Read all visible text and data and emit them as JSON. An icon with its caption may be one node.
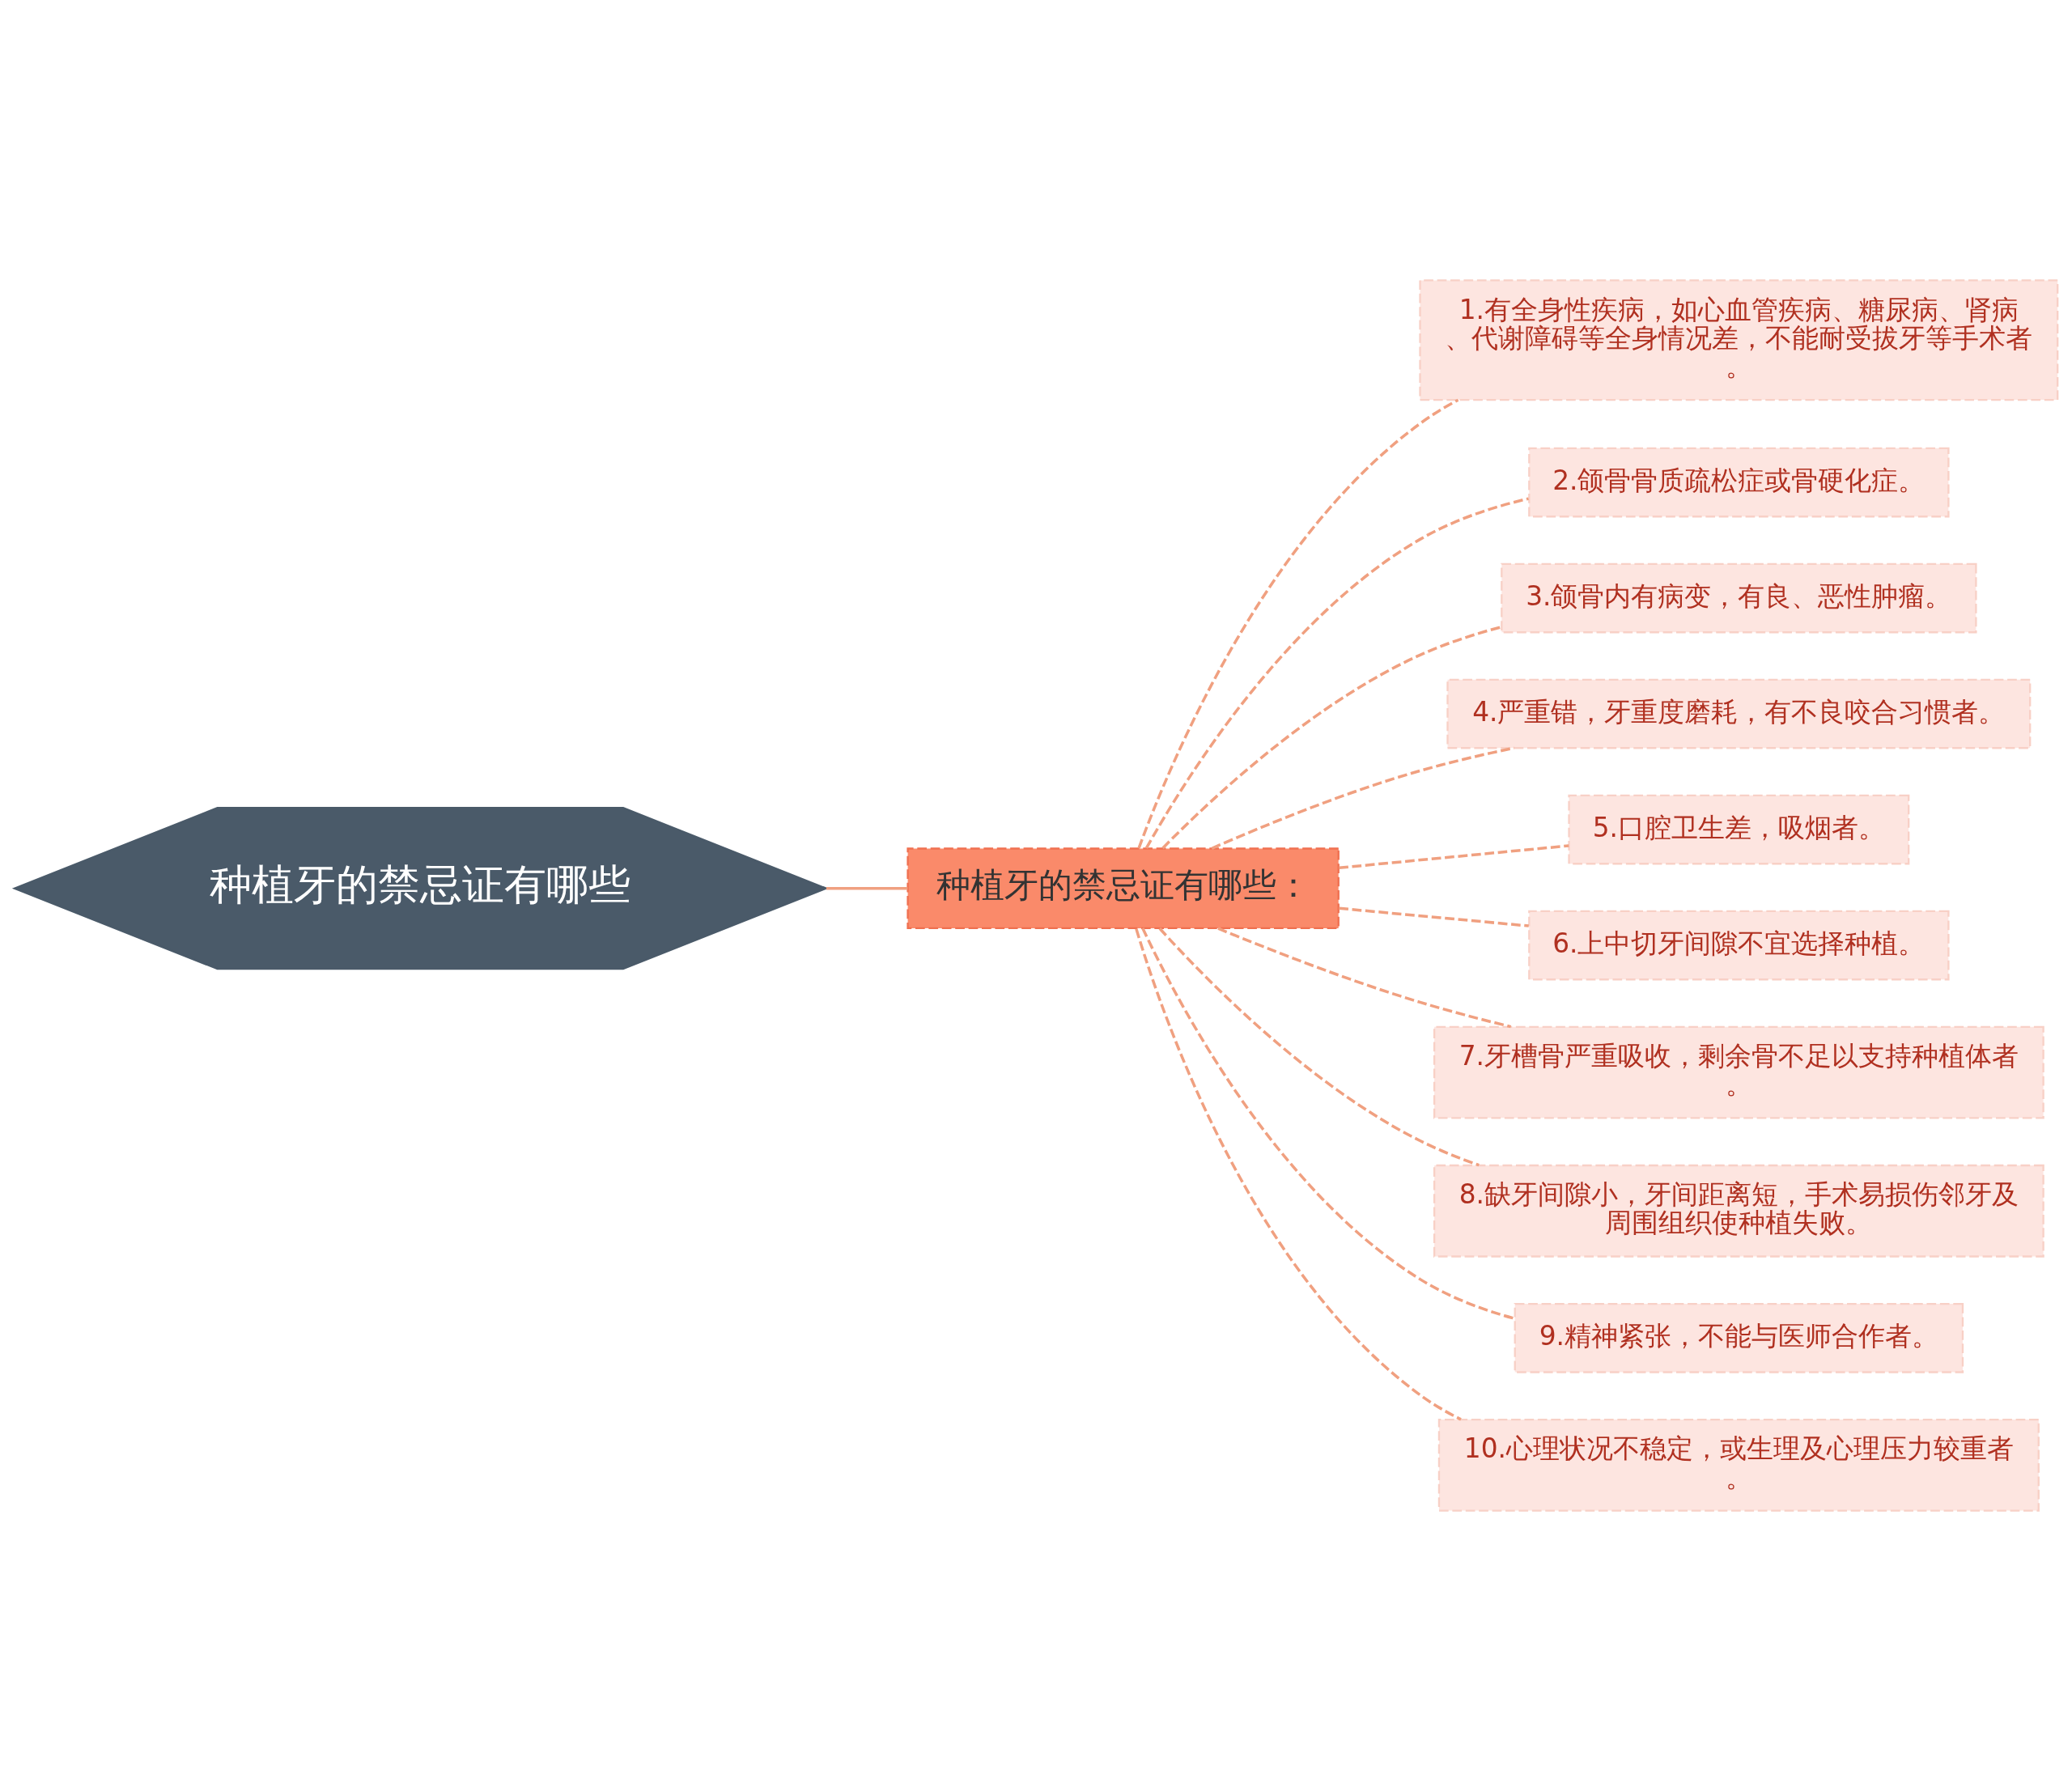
{
  "diagram": {
    "nodes": [
      {
        "text": [
          "种植牙的禁忌证有哪些"
        ]
      },
      {
        "text": [
          "种植牙的禁忌证有哪些："
        ]
      },
      {
        "text": [
          "1.有全身性疾病，如心血管疾病、糖尿病、肾病、代谢障碍等全身情况差，不能耐受拔牙等手术者。"
        ]
      },
      {
        "text": [
          "2.颌骨骨质疏松症或骨硬化症。"
        ]
      },
      {
        "text": [
          "3.颌骨内有病变，有良、恶性肿瘤。"
        ]
      },
      {
        "text": [
          "4.严重错，牙重度磨耗，有不良咬合习惯者。"
        ]
      },
      {
        "text": [
          "5.口腔卫生差，吸烟者。"
        ]
      },
      {
        "text": [
          "6.上中切牙间隙不宜选择种植。"
        ]
      },
      {
        "text": [
          "7.牙槽骨严重吸收，剩余骨不足以支持种植体者。"
        ]
      },
      {
        "text": [
          "8.缺牙间隙小，牙间距离短，手术易损伤邻牙及周围组织使种植失败。"
        ]
      },
      {
        "text": [
          "9.精神紧张，不能与医师合作者。"
        ]
      },
      {
        "text": [
          "10.心理状况不稳定，或生理及心理压力较重者。"
        ]
      }
    ],
    "edges": [
      {
        "from": 0,
        "to": 1,
        "arrow": "none"
      },
      {
        "from": 1,
        "to": 2,
        "arrow": "none",
        "style": "dashed"
      },
      {
        "from": 1,
        "to": 3,
        "arrow": "none",
        "style": "dashed"
      },
      {
        "from": 1,
        "to": 4,
        "arrow": "none",
        "style": "dashed"
      },
      {
        "from": 1,
        "to": 5,
        "arrow": "none",
        "style": "dashed"
      },
      {
        "from": 1,
        "to": 6,
        "arrow": "none",
        "style": "dashed"
      },
      {
        "from": 1,
        "to": 7,
        "arrow": "none",
        "style": "dashed"
      },
      {
        "from": 1,
        "to": 8,
        "arrow": "none",
        "style": "dashed"
      },
      {
        "from": 1,
        "to": 9,
        "arrow": "none",
        "style": "dashed"
      },
      {
        "from": 1,
        "to": 10,
        "arrow": "none",
        "style": "dashed"
      },
      {
        "from": 1,
        "to": 11,
        "arrow": "none",
        "style": "dashed"
      }
    ]
  }
}
